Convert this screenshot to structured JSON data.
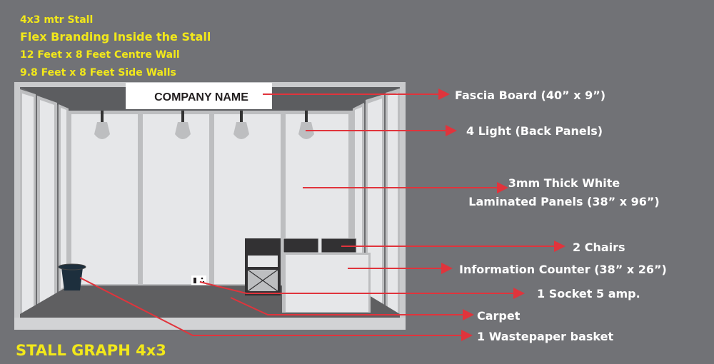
{
  "header": {
    "line1": "4x3 mtr Stall",
    "line2": "Flex Branding Inside the Stall",
    "line3": "12 Feet x 8 Feet Centre Wall",
    "line4": "9.8 Feet x 8 Feet Side Walls"
  },
  "fascia_text": "COMPANY NAME",
  "footer_title": "STALL GRAPH 4x3",
  "callouts": {
    "fascia": "Fascia Board (40” x 9”)",
    "lights": "4 Light (Back Panels)",
    "panels_1": "3mm Thick White",
    "panels_2": "Laminated Panels (38” x 96”)",
    "chairs": "2 Chairs",
    "counter": "Information Counter (38” x 26”)",
    "socket": "1 Socket 5 amp.",
    "carpet": "Carpet",
    "basket": "1 Wastepaper basket"
  },
  "colors": {
    "background": "#717276",
    "header_text": "#f2e81a",
    "callout_line": "#e0343c",
    "panel": "#e6e7e9",
    "frame": "#bdbec0",
    "carpet": "#5f5f61"
  }
}
